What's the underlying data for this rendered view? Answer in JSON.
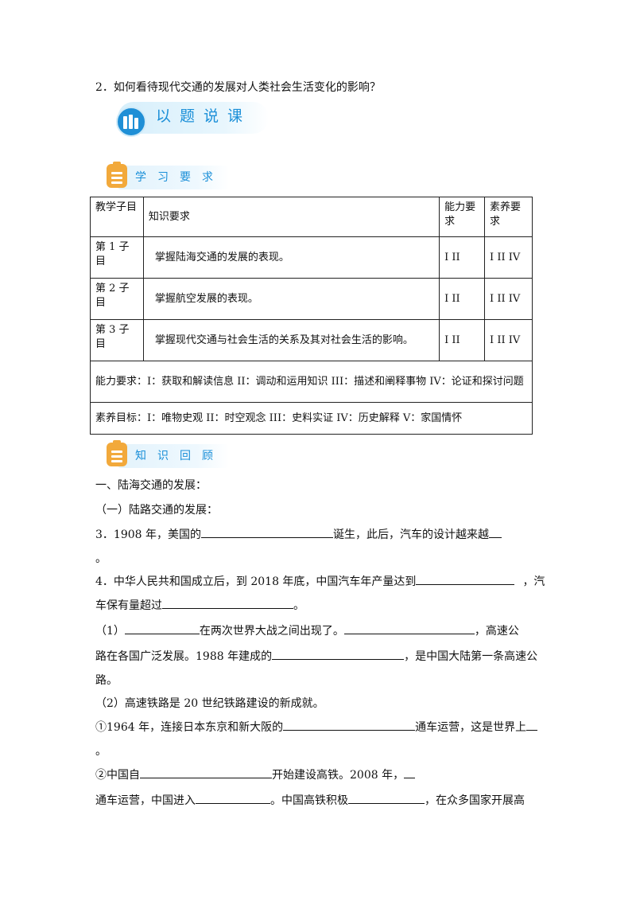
{
  "question2": "2．如何看待现代交通的发展对人类社会生活变化的影响？",
  "banner_main": "以题说课",
  "section_requirements": "学习要求",
  "table": {
    "headers": [
      "教学子目",
      "知识要求",
      "能力要求",
      "素养要求"
    ],
    "rows": [
      {
        "sub": "第 1 子目",
        "knowledge": "掌握陆海交通的发展的表现。",
        "ability": "I II",
        "literacy": "I II IV"
      },
      {
        "sub": "第 2 子目",
        "knowledge": "掌握航空发展的表现。",
        "ability": "I II",
        "literacy": "I II IV"
      },
      {
        "sub": "第 3 子目",
        "knowledge": "掌握现代交通与社会生活的关系及其对社会生活的影响。",
        "ability": "I II",
        "literacy": "I II IV"
      }
    ],
    "ability_note": "能力要求：I：获取和解读信息  II：调动和运用知识  III：描述和阐释事物  IV：论证和探讨问题",
    "literacy_note": "素养目标：I：唯物史观  II：时空观念  III：史料实证   IV：历史解释  V：家国情怀"
  },
  "section_review": "知识回顾",
  "lines": {
    "l1": "一、陆海交通的发展：",
    "l2": "（一）陆路交通的发展：",
    "l3a": "3．1908 年，美国的",
    "l3b": "诞生，此后，汽车的设计越来越",
    "l3c": "。",
    "l4a": "4．中华人民共和国成立后，到 2018 年底，中国汽车年产量达到",
    "l4b": "，汽",
    "l4c": "车保有量超过",
    "l4d": "。",
    "l5a": "（1）",
    "l5b": "在两次世界大战之间出现了。",
    "l5c": "，高速公",
    "l5d": "路在各国广泛发展。1988 年建成的",
    "l5e": "，是中国大陆第一条高速公",
    "l5f": "路。",
    "l6": "（2）高速铁路是 20 世纪铁路建设的新成就。",
    "l7a": "①1964 年，连接日本东京和新大阪的",
    "l7b": "通车运营，这是世界上",
    "l7c": "。",
    "l8a": "②中国自",
    "l8b": "开始建设高铁。2008 年，",
    "l9a": "通车运营，中国进入",
    "l9b": "。中国高铁积极",
    "l9c": "，在众多国家开展高"
  }
}
